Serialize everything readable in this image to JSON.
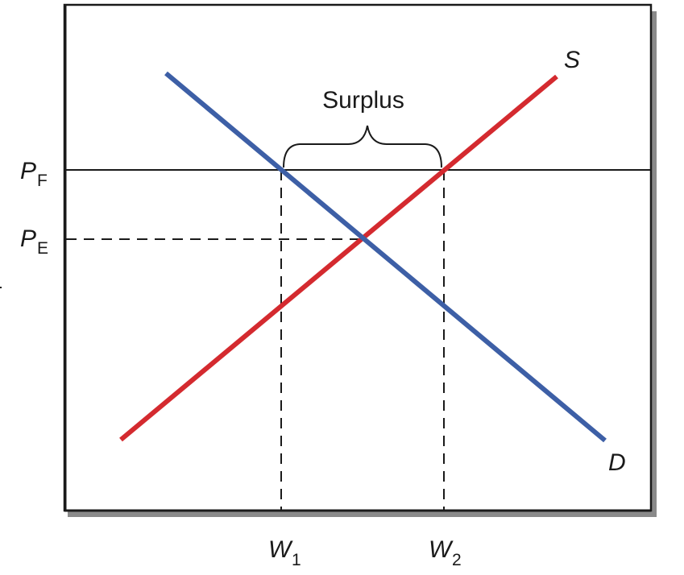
{
  "labels": {
    "price_floor": {
      "main": "P",
      "sub": "F"
    },
    "equilibrium_price": {
      "main": "P",
      "sub": "E"
    },
    "quantity_demanded": {
      "main": "W",
      "sub": "1"
    },
    "quantity_supplied": {
      "main": "W",
      "sub": "2"
    }
  },
  "curves": {
    "supply": {
      "label": "S",
      "color": "#d42a2f"
    },
    "demand": {
      "label": "D",
      "color": "#3d5fa6"
    }
  },
  "annotation": {
    "surplus": "Surplus"
  },
  "colors": {
    "axis": "#1a1a1a",
    "shadow": "#7a7a7a",
    "background": "#ffffff"
  }
}
